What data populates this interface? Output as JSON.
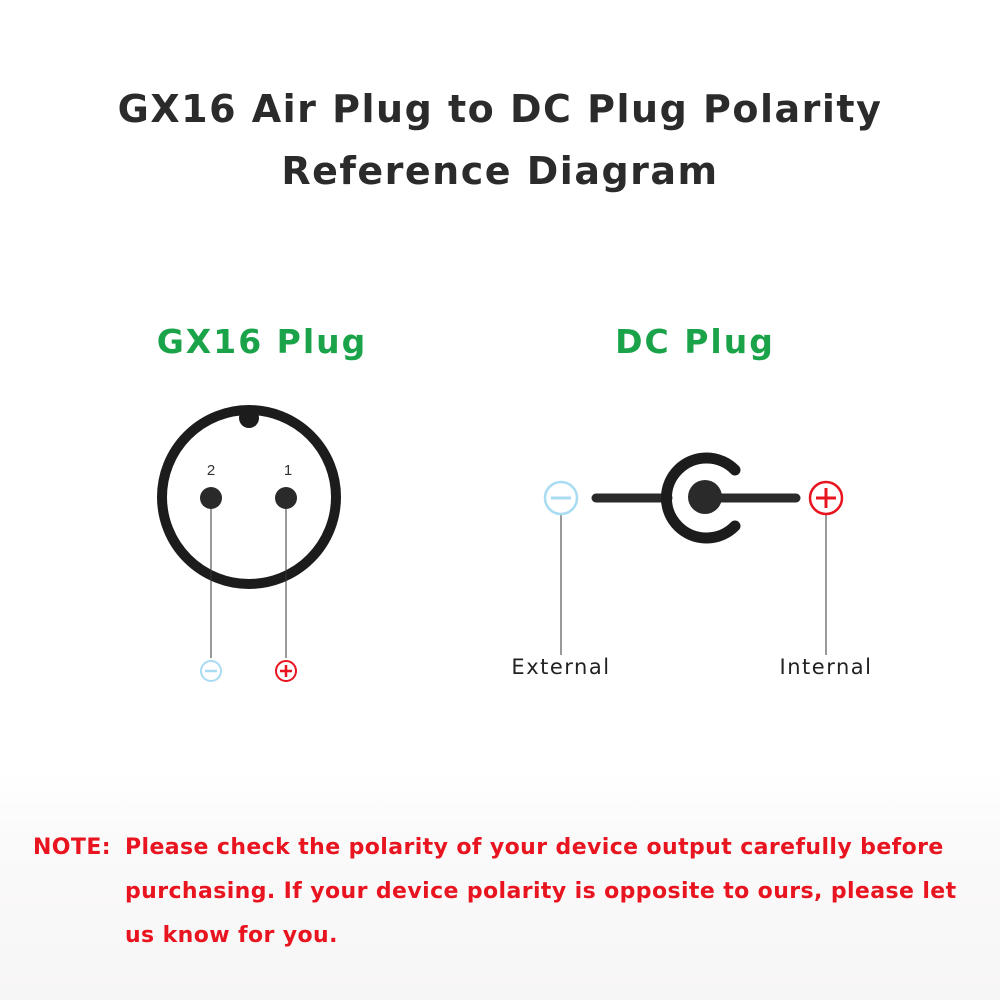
{
  "title": {
    "line1": "GX16 Air Plug to DC Plug Polarity",
    "line2": "Reference Diagram"
  },
  "gx16": {
    "heading": "GX16 Plug",
    "pin2_label": "2",
    "pin1_label": "1",
    "pin2_polarity": "negative",
    "pin1_polarity": "positive"
  },
  "dc": {
    "heading": "DC Plug",
    "external_label": "External",
    "internal_label": "Internal",
    "external_polarity": "negative",
    "internal_polarity": "positive"
  },
  "note": {
    "prefix": "NOTE:",
    "text": "Please check the polarity of your device output carefully before purchasing. If your device polarity is opposite to ours, please let us know for you."
  },
  "colors": {
    "heading_green": "#1ba34a",
    "positive_red": "#e8141f",
    "negative_blue": "#a9dcf2",
    "note_red": "#e8141f",
    "title_dark": "#2b2b2b"
  }
}
